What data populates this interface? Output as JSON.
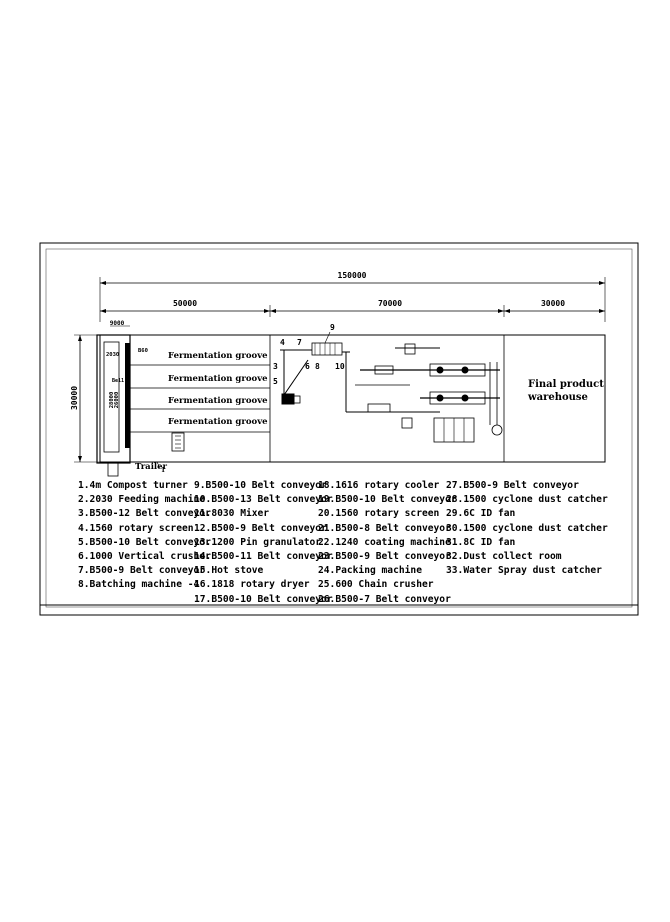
{
  "dimensions": {
    "overall": "150000",
    "seg1": "50000",
    "seg2": "70000",
    "seg3": "30000",
    "height": "30000",
    "inner_w": "9000",
    "inner_h1": "28000",
    "inner_h2": "26000"
  },
  "labels": {
    "fermentation_groove": "Fermentation groove",
    "trailer": "Trailer",
    "trailer_num": "1",
    "warehouse_line1": "Final product",
    "warehouse_line2": "warehouse",
    "tag_left_small": "B60",
    "tag_left_top": "2030",
    "tag_left_mid": "Be11",
    "num_9": "9",
    "num_4": "4",
    "num_7": "7",
    "num_3": "3",
    "num_5": "5",
    "num_6": "6",
    "num_8": "8",
    "num_10": "10"
  },
  "legend": {
    "col1": [
      "1.4m Compost turner",
      "2.2030 Feeding machine",
      "3.B500-12 Belt conveyor",
      "4.1560 rotary screen",
      "5.B500-10 Belt conveyor",
      "6.1000 Vertical crusher",
      "7.B500-9 Belt conveyor",
      "8.Batching machine -4"
    ],
    "col2": [
      "9.B500-10 Belt conveyor",
      "10.B500-13 Belt conveyor",
      "11.8030 Mixer",
      "12.B500-9 Belt conveyor",
      "13.1200 Pin granulator",
      "14.B500-11 Belt conveyor",
      "15.Hot stove",
      "16.1818 rotary dryer",
      "17.B500-10 Belt conveyor"
    ],
    "col3": [
      "18.1616 rotary cooler",
      "19.B500-10 Belt conveyor",
      "20.1560 rotary screen",
      "21.B500-8 Belt conveyor",
      "22.1240 coating  machine",
      "23.B500-9 Belt conveyor",
      "24.Packing machine",
      "25.600 Chain crusher",
      "26.B500-7 Belt conveyor"
    ],
    "col4": [
      "27.B500-9 Belt conveyor",
      "28.1500 cyclone dust catcher",
      "29.6C ID fan",
      "30.1500 cyclone dust catcher",
      "31.8C ID fan",
      "32.Dust collect room",
      "33.Water Spray dust catcher"
    ]
  }
}
